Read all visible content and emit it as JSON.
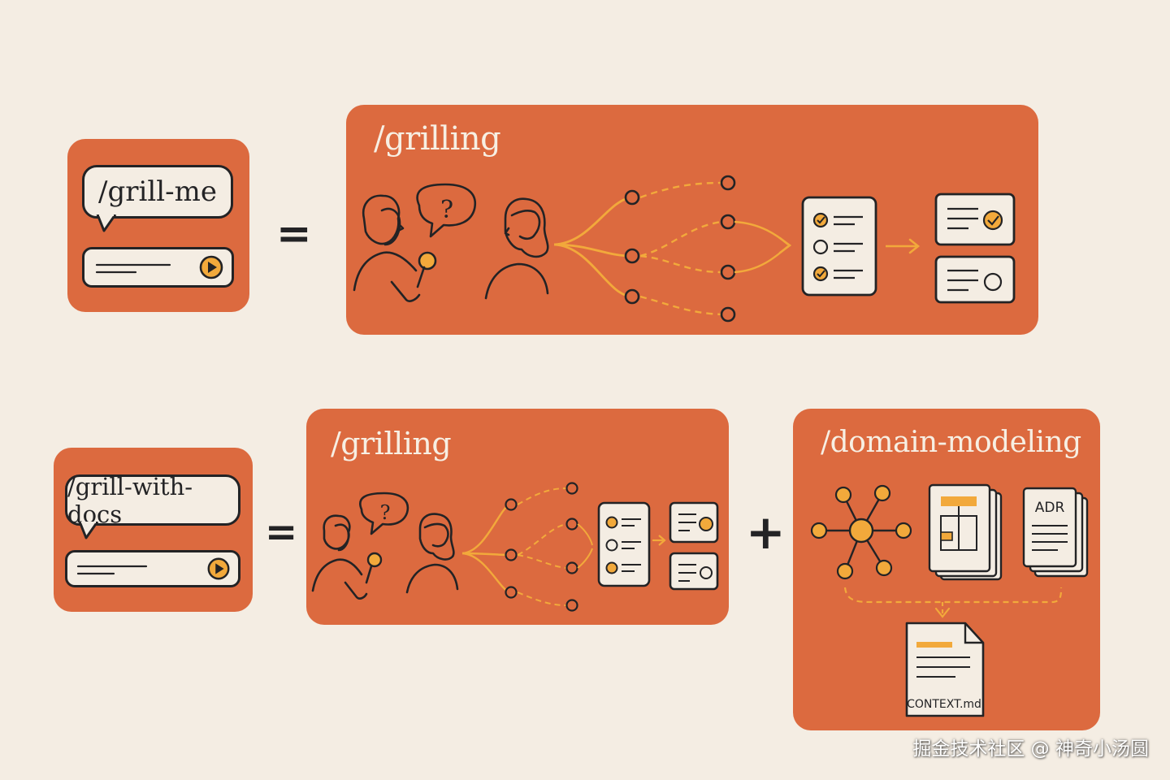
{
  "colors": {
    "background": "#f4ede3",
    "panel": "#dc6a3f",
    "ink": "#232325",
    "highlight": "#f2a93b",
    "card": "#f4ede3"
  },
  "row1": {
    "command_label": "/grill-me",
    "equals": "=",
    "grilling_title": "/grilling",
    "question_mark": "?"
  },
  "row2": {
    "command_label": "/grill-with-docs",
    "equals": "=",
    "grilling_title": "/grilling",
    "question_mark": "?",
    "plus": "+",
    "domain_title": "/domain-modeling",
    "adr_label": "ADR",
    "context_label": "CONTEXT.md"
  },
  "icons": [
    "play-icon",
    "interviewer-with-microphone-icon",
    "interviewee-icon",
    "question-bubble-icon",
    "branching-tree-icon",
    "checklist-card-icon",
    "result-card-icon",
    "entity-graph-icon",
    "document-stack-icon",
    "adr-document-icon",
    "context-file-icon"
  ],
  "watermark": "掘金技术社区 @ 神奇小汤圆"
}
